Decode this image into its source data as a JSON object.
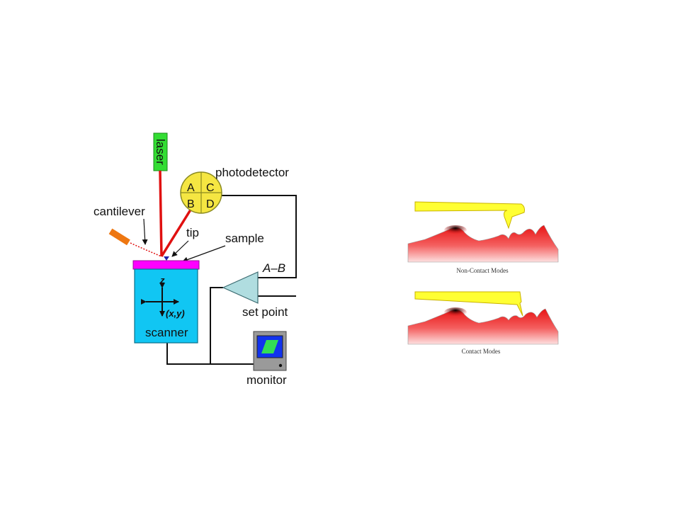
{
  "afm": {
    "laser": "laser",
    "photodetector": "photodetector",
    "quadrants": {
      "a": "A",
      "b": "B",
      "c": "C",
      "d": "D"
    },
    "cantilever": "cantilever",
    "tip": "tip",
    "sample": "sample",
    "difference": "A–B",
    "set_point": "set point",
    "scanner": "scanner",
    "axis_z": "z",
    "axis_xy": "(x,y)",
    "monitor": "monitor"
  },
  "modes": {
    "non_contact_caption": "Non-Contact Modes",
    "contact_caption": "Contact Modes"
  },
  "colors": {
    "laser_box": "#33dd33",
    "beam": "#e01010",
    "photodetector": "#f5e642",
    "sample": "#ff00ff",
    "scanner": "#11c6f3",
    "amplifier": "#b0dde0",
    "cantilever_holder": "#ee7711",
    "mode_cantilever": "#ffff33",
    "surface": "#ee2222",
    "monitor_screen": "#1133ee",
    "monitor_image": "#33dd55"
  }
}
